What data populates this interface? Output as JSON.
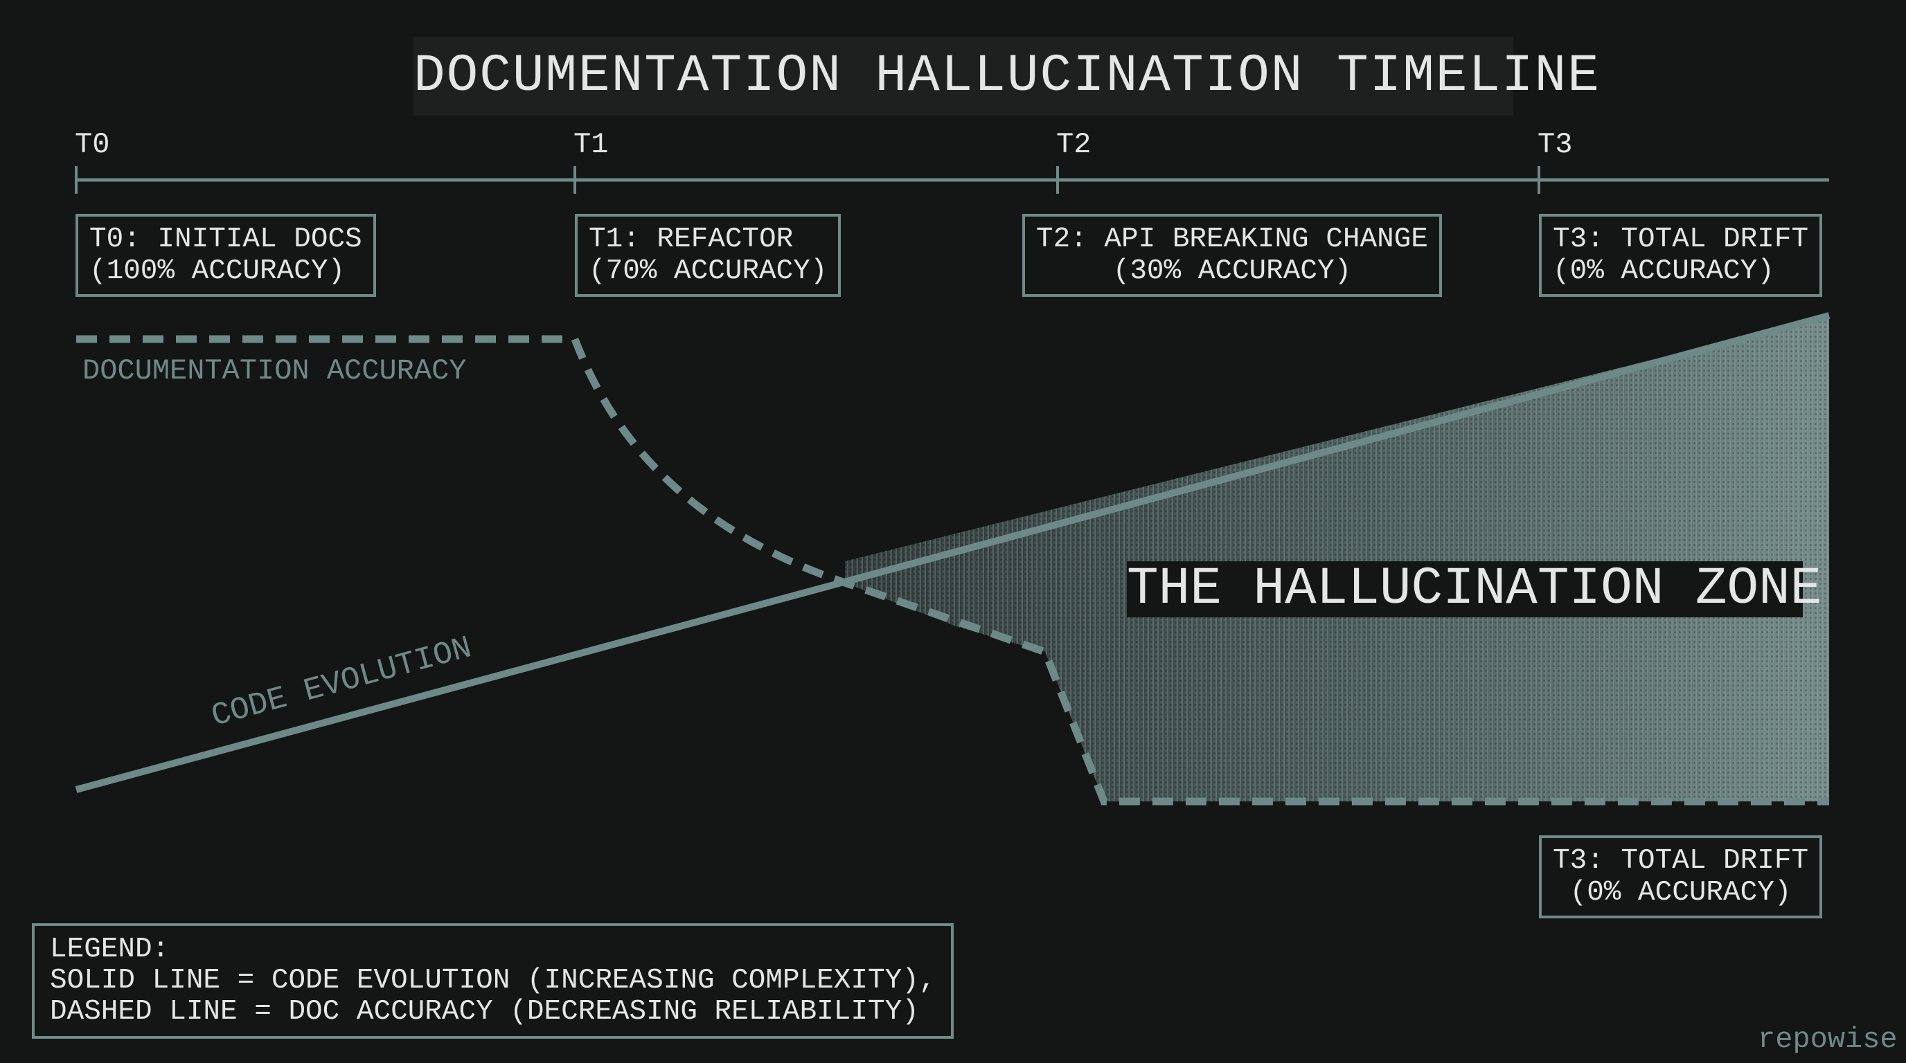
{
  "title": "DOCUMENTATION HALLUCINATION TIMELINE",
  "colors": {
    "background": "#141515",
    "accent": "#6e8a88",
    "text": "#e4e6e6"
  },
  "timeline": {
    "ticks": [
      "T0",
      "T1",
      "T2",
      "T3"
    ],
    "events": [
      {
        "label": "T0: INITIAL DOCS\n(100% ACCURACY)"
      },
      {
        "label": "T1: REFACTOR\n(70% ACCURACY)"
      },
      {
        "label": "T2: API BREAKING CHANGE\n(30% ACCURACY)"
      },
      {
        "label": "T3: TOTAL DRIFT\n(0% ACCURACY)"
      }
    ]
  },
  "lines": {
    "doc_accuracy_label": "DOCUMENTATION ACCURACY",
    "code_evolution_label": "CODE EVOLUTION"
  },
  "zone_label": "THE HALLUCINATION ZONE",
  "end_box": "T3: TOTAL DRIFT\n(0% ACCURACY)",
  "legend": "LEGEND:\nSOLID LINE = CODE EVOLUTION (INCREASING COMPLEXITY),\nDASHED LINE = DOC ACCURACY (DECREASING RELIABILITY)",
  "brand": "repowise"
}
